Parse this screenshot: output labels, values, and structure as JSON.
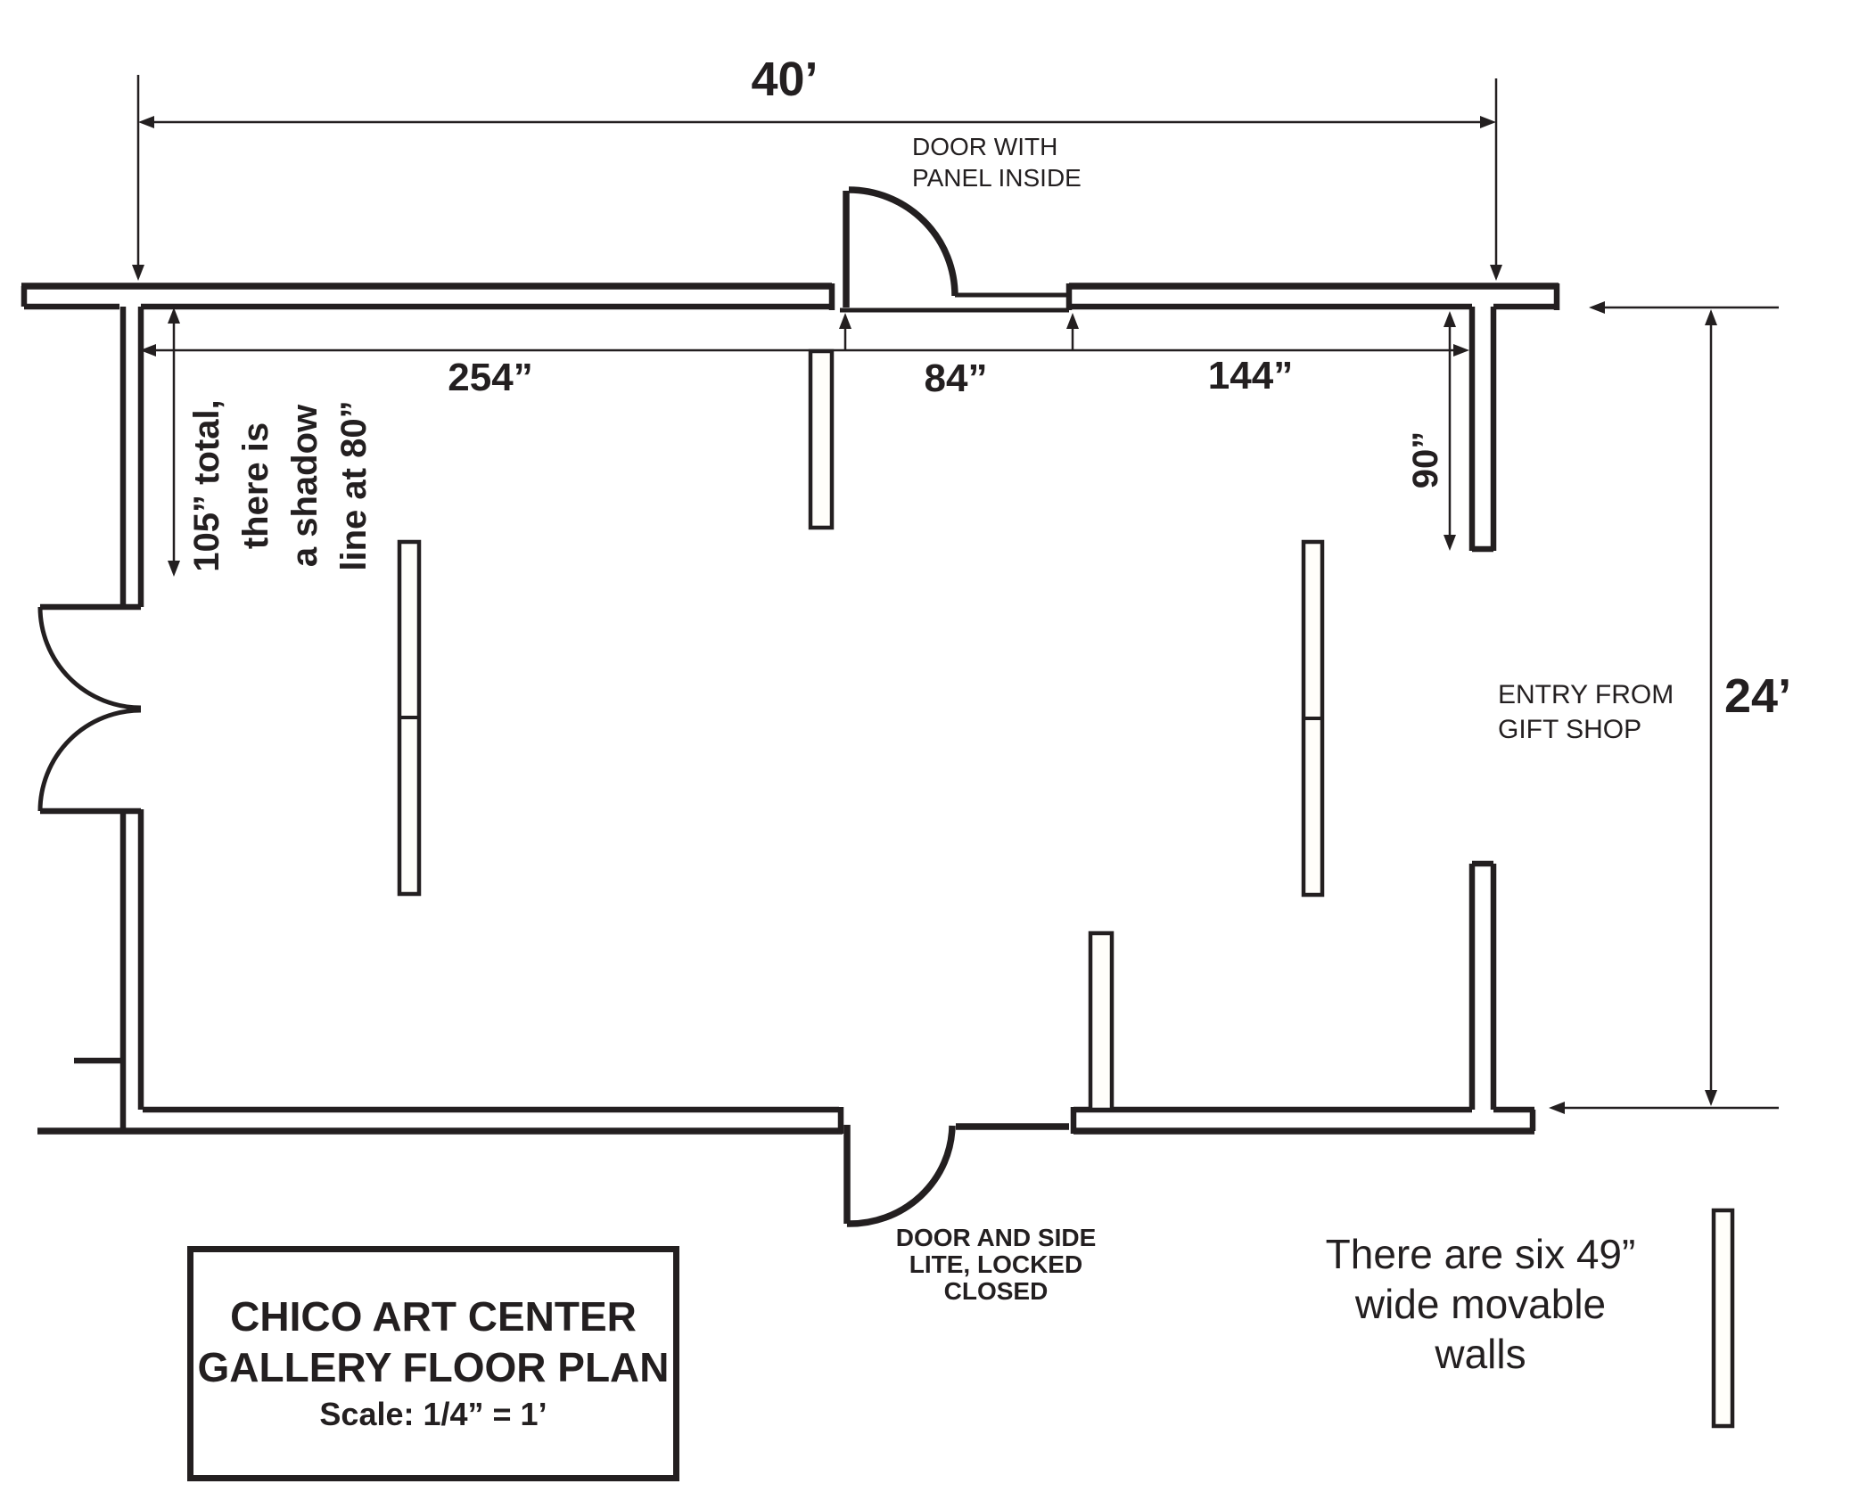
{
  "title_box": {
    "line1": "CHICO ART CENTER",
    "line2": "GALLERY FLOOR PLAN",
    "scale": "Scale: 1/4” = 1’"
  },
  "dimensions": {
    "top_width": "40’",
    "left_span": "254”",
    "door_span": "84”",
    "right_span": "144”",
    "height": "24’",
    "corridor_depth": "90”",
    "shadow_note_lines": [
      "105” total,",
      "there is",
      "a shadow",
      "line at 80”"
    ]
  },
  "labels": {
    "top_door": [
      "DOOR WITH",
      "PANEL INSIDE"
    ],
    "entry": [
      "ENTRY FROM",
      "GIFT SHOP"
    ],
    "bottom_door": [
      "DOOR AND SIDE",
      "LITE, LOCKED",
      "CLOSED"
    ],
    "movable_walls_note": [
      "There are six 49”",
      "wide movable",
      "walls"
    ]
  },
  "colors": {
    "ink": "#231f20",
    "background": "#ffffff",
    "wall_fill": "#fffefa"
  }
}
